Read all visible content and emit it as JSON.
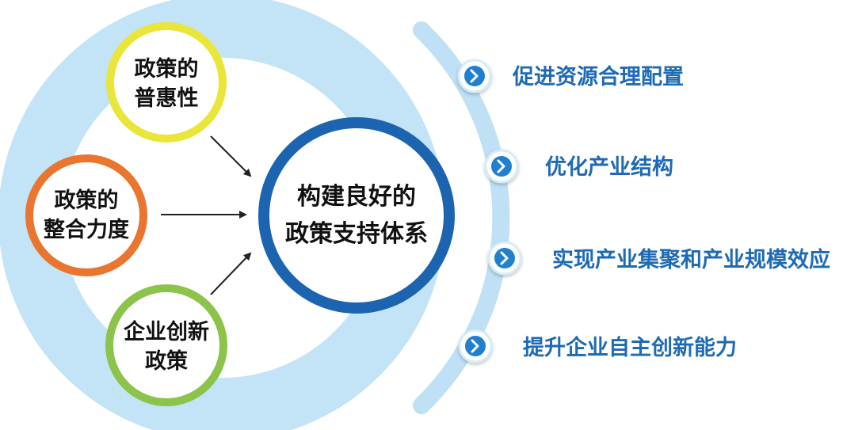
{
  "colors": {
    "outer_ring": "#c3e4f6",
    "arc": "#bfe0f5",
    "center_ring": "#1c64b0",
    "yellow": "#e9e53a",
    "orange": "#e9752f",
    "green": "#8cc34a",
    "item_text": "#1e6ab4",
    "chevron_fill": "#1f80cf",
    "arrow": "#222222"
  },
  "center": {
    "line1": "构建良好的",
    "line2": "政策支持体系"
  },
  "inputs": [
    {
      "line1": "政策的",
      "line2": "普惠性"
    },
    {
      "line1": "政策的",
      "line2": "整合力度"
    },
    {
      "line1": "企业创新",
      "line2": "政策"
    }
  ],
  "outcomes": [
    {
      "label": "促进资源合理配置",
      "icon": "chevron-right-icon"
    },
    {
      "label": "优化产业结构",
      "icon": "chevron-right-icon"
    },
    {
      "label": "实现产业集聚和产业规模效应",
      "icon": "chevron-right-icon"
    },
    {
      "label": "提升企业自主创新能力",
      "icon": "chevron-right-icon"
    }
  ]
}
